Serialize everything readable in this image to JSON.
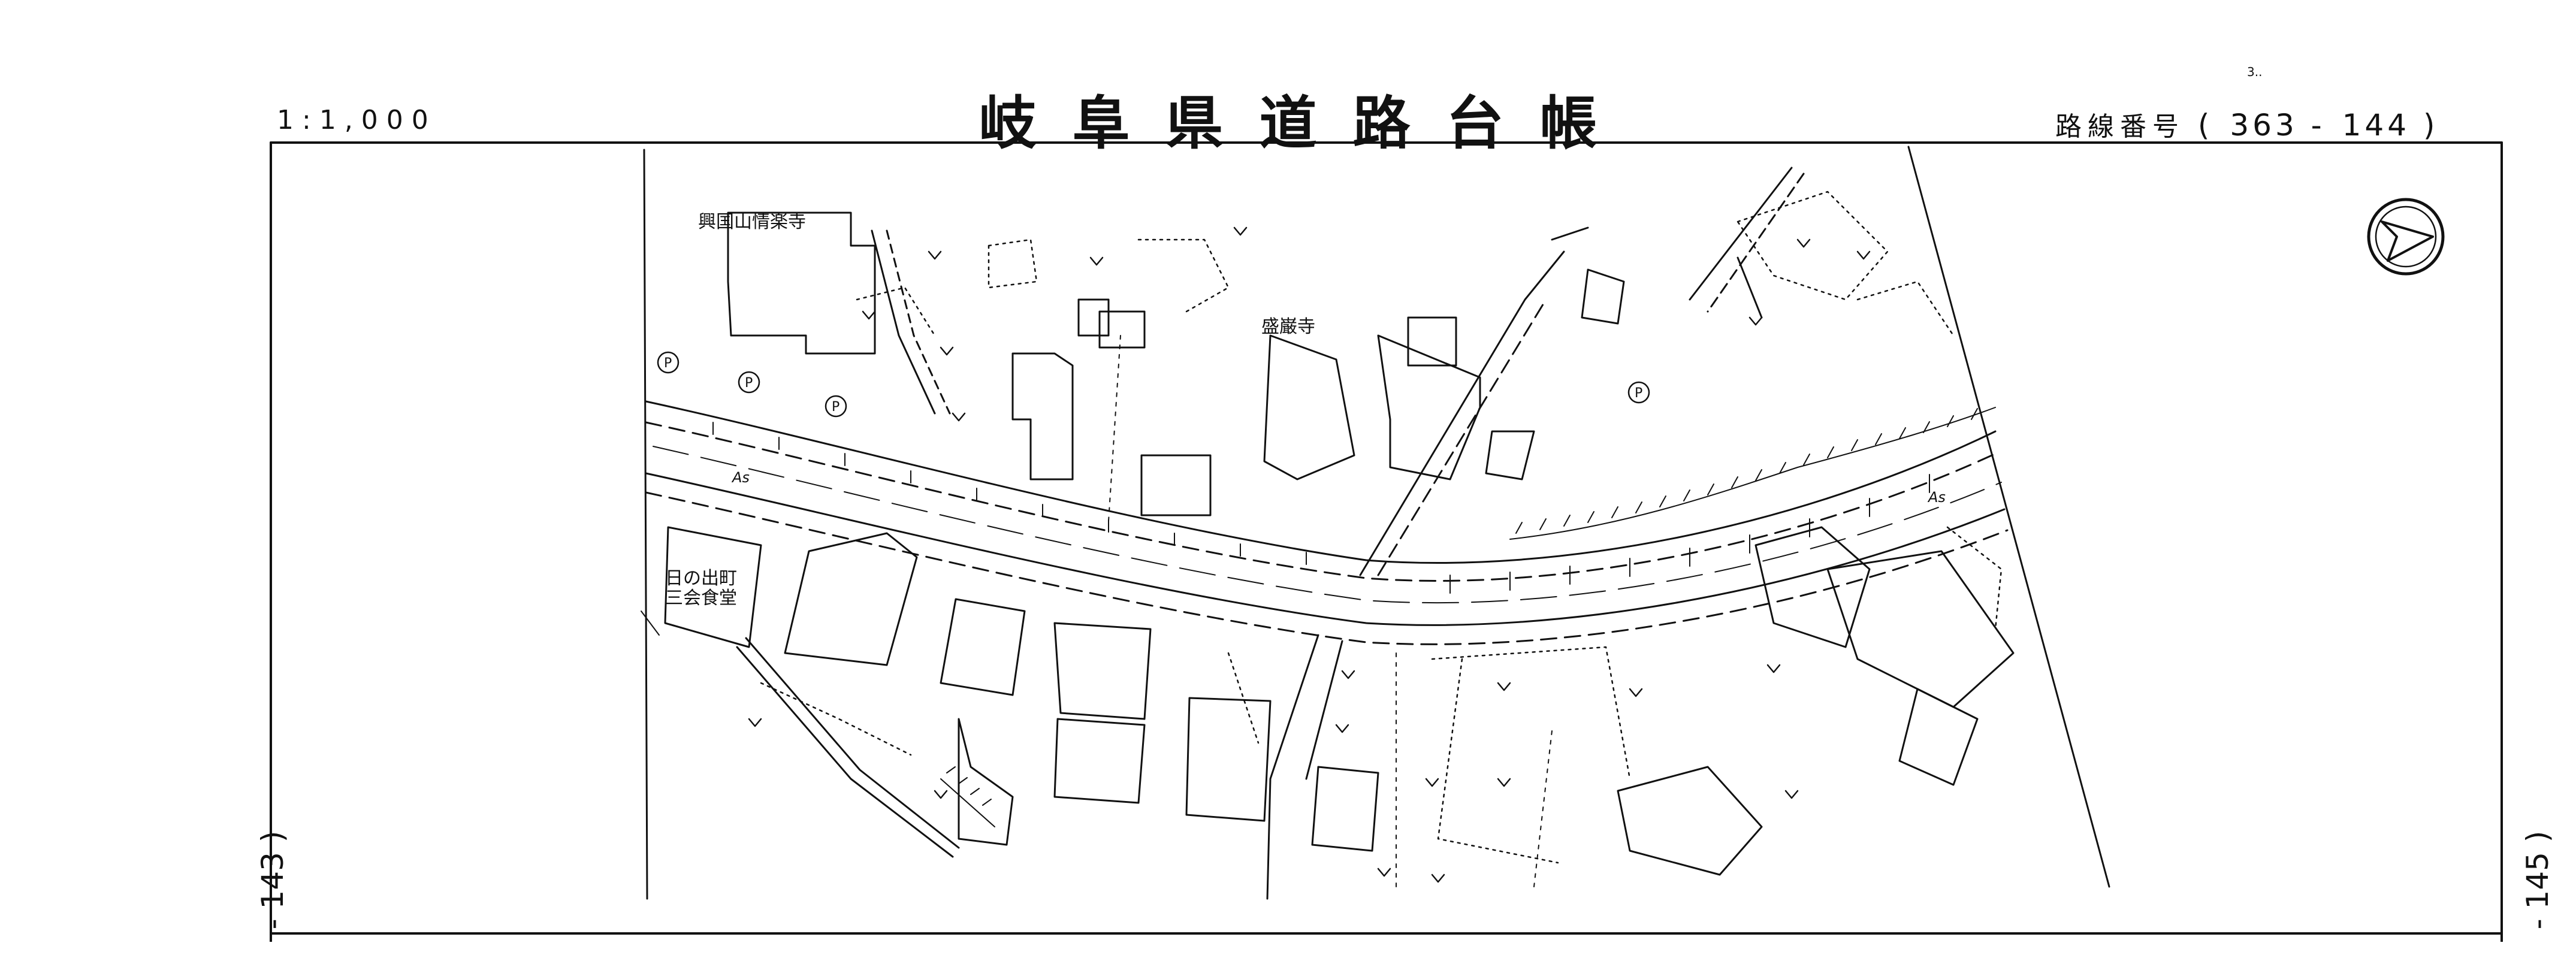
{
  "header": {
    "scale": "1:1,000",
    "title": "岐阜県道路台帳",
    "route_label": "路線番号",
    "route_open": "(",
    "route_number": "363",
    "route_sep": "-",
    "sheet_number": "144",
    "route_close": ")",
    "stamp": "3.."
  },
  "adjacent_sheets": {
    "left": "- 143 )",
    "right": "- 145 )"
  },
  "map_labels": {
    "temple_north": "興国山情楽寺",
    "temple_center": "盛巌寺",
    "hall_line1": "日の出町",
    "hall_line2": "三会食堂",
    "asphalt_west": "As",
    "asphalt_east": "As",
    "parking": "P"
  },
  "icons": {
    "north_arrow": "north-arrow-icon"
  }
}
